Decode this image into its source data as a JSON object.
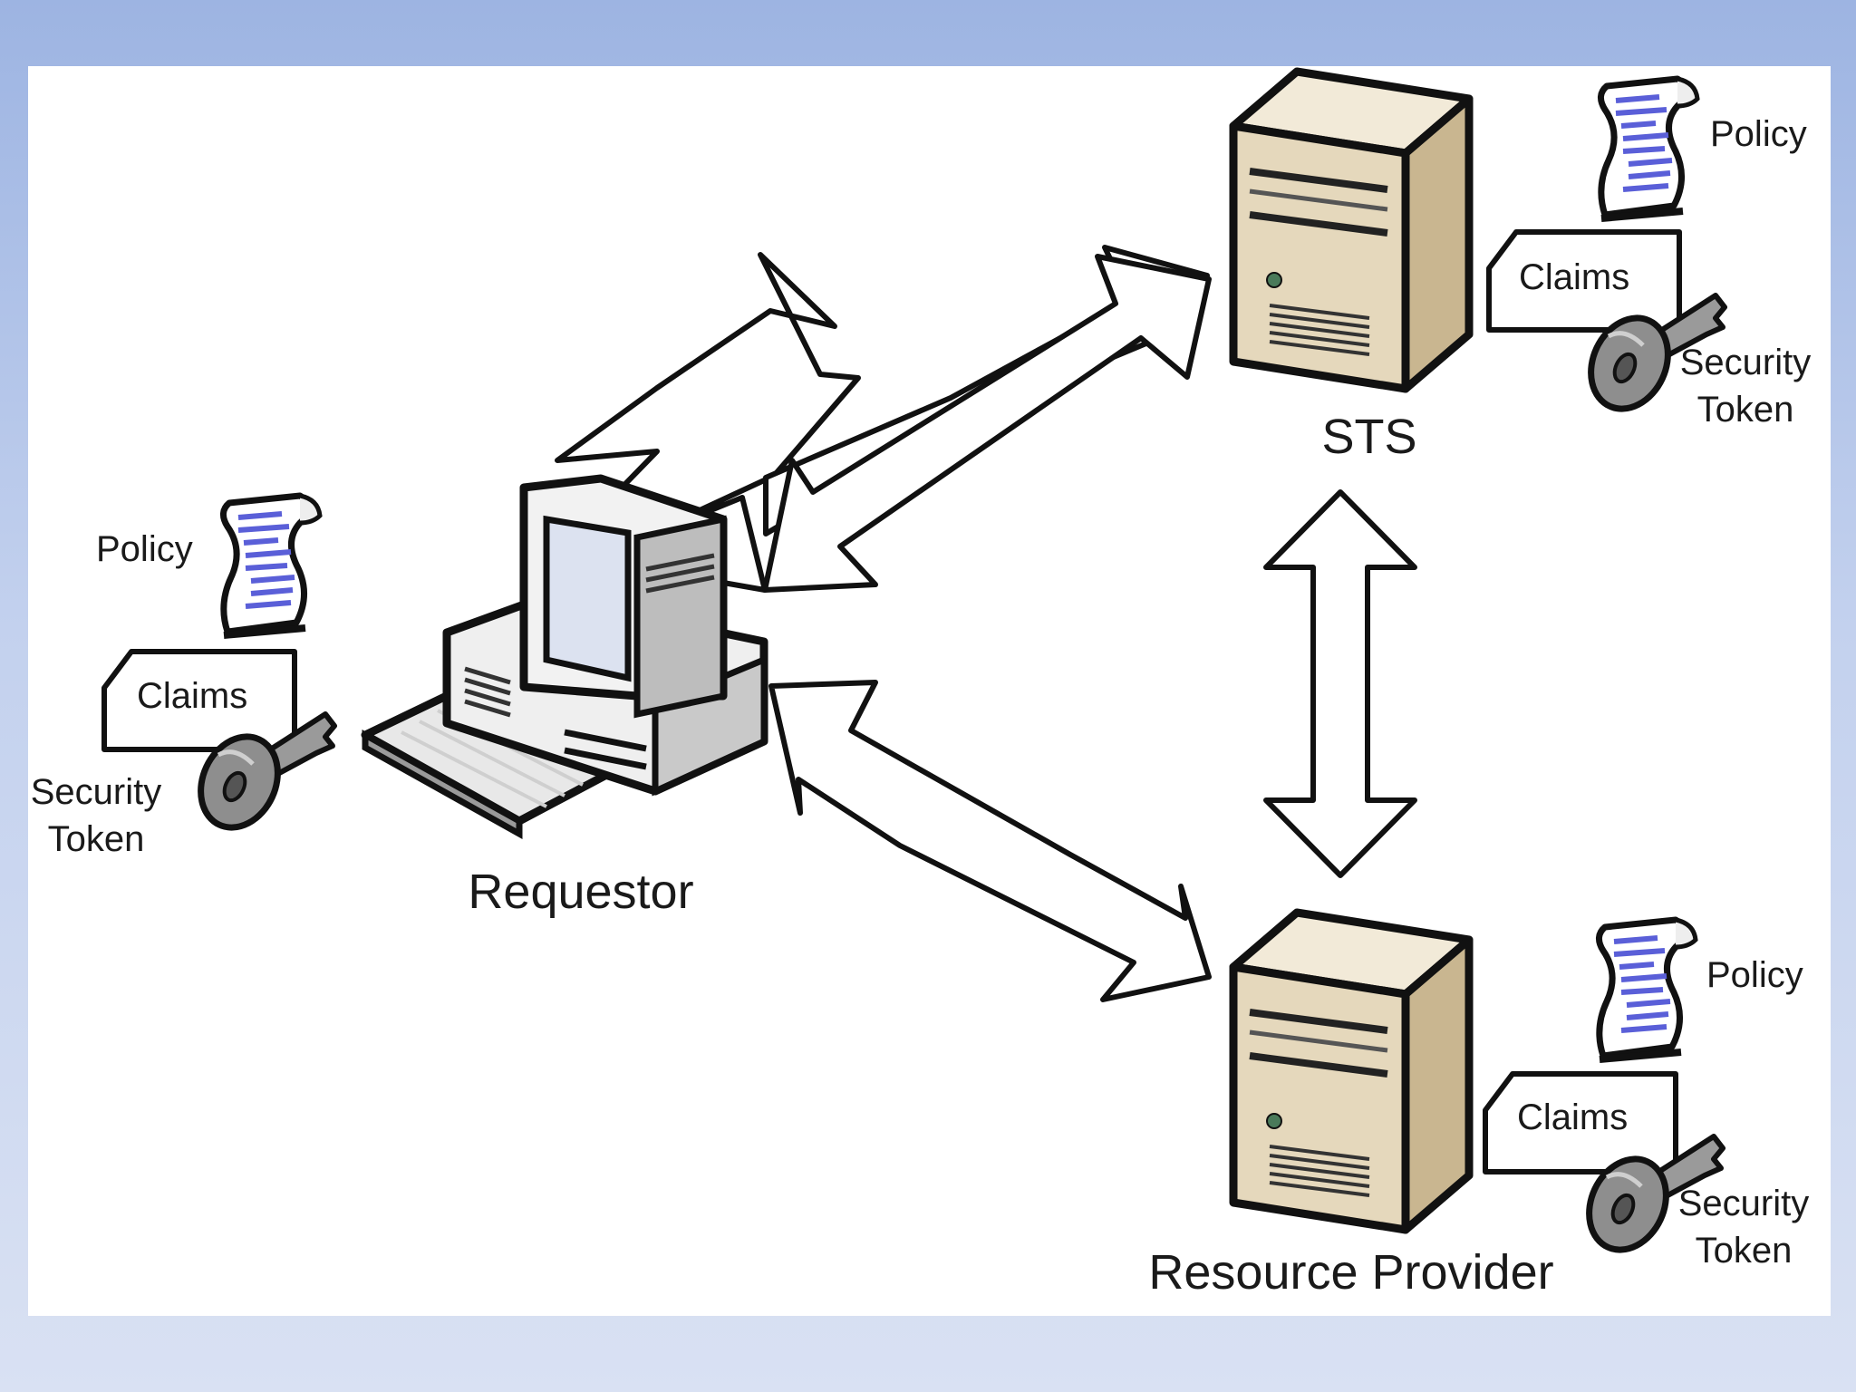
{
  "nodes": {
    "requestor": {
      "label": "Requestor",
      "icon": "desktop-computer-icon"
    },
    "sts": {
      "label": "STS",
      "icon": "server-tower-icon"
    },
    "resource_provider": {
      "label": "Resource Provider",
      "icon": "server-tower-icon"
    }
  },
  "artifacts": {
    "policy": "Policy",
    "claims": "Claims",
    "security_token_line1": "Security",
    "security_token_line2": "Token"
  },
  "colors": {
    "background_top": "#9db4e2",
    "background_bottom": "#d9e1f3",
    "server_beige": "#e3d6bb",
    "policy_lines": "#5a5fd8",
    "key_gray": "#8a8a8a",
    "arrow_fill": "#ffffff"
  }
}
